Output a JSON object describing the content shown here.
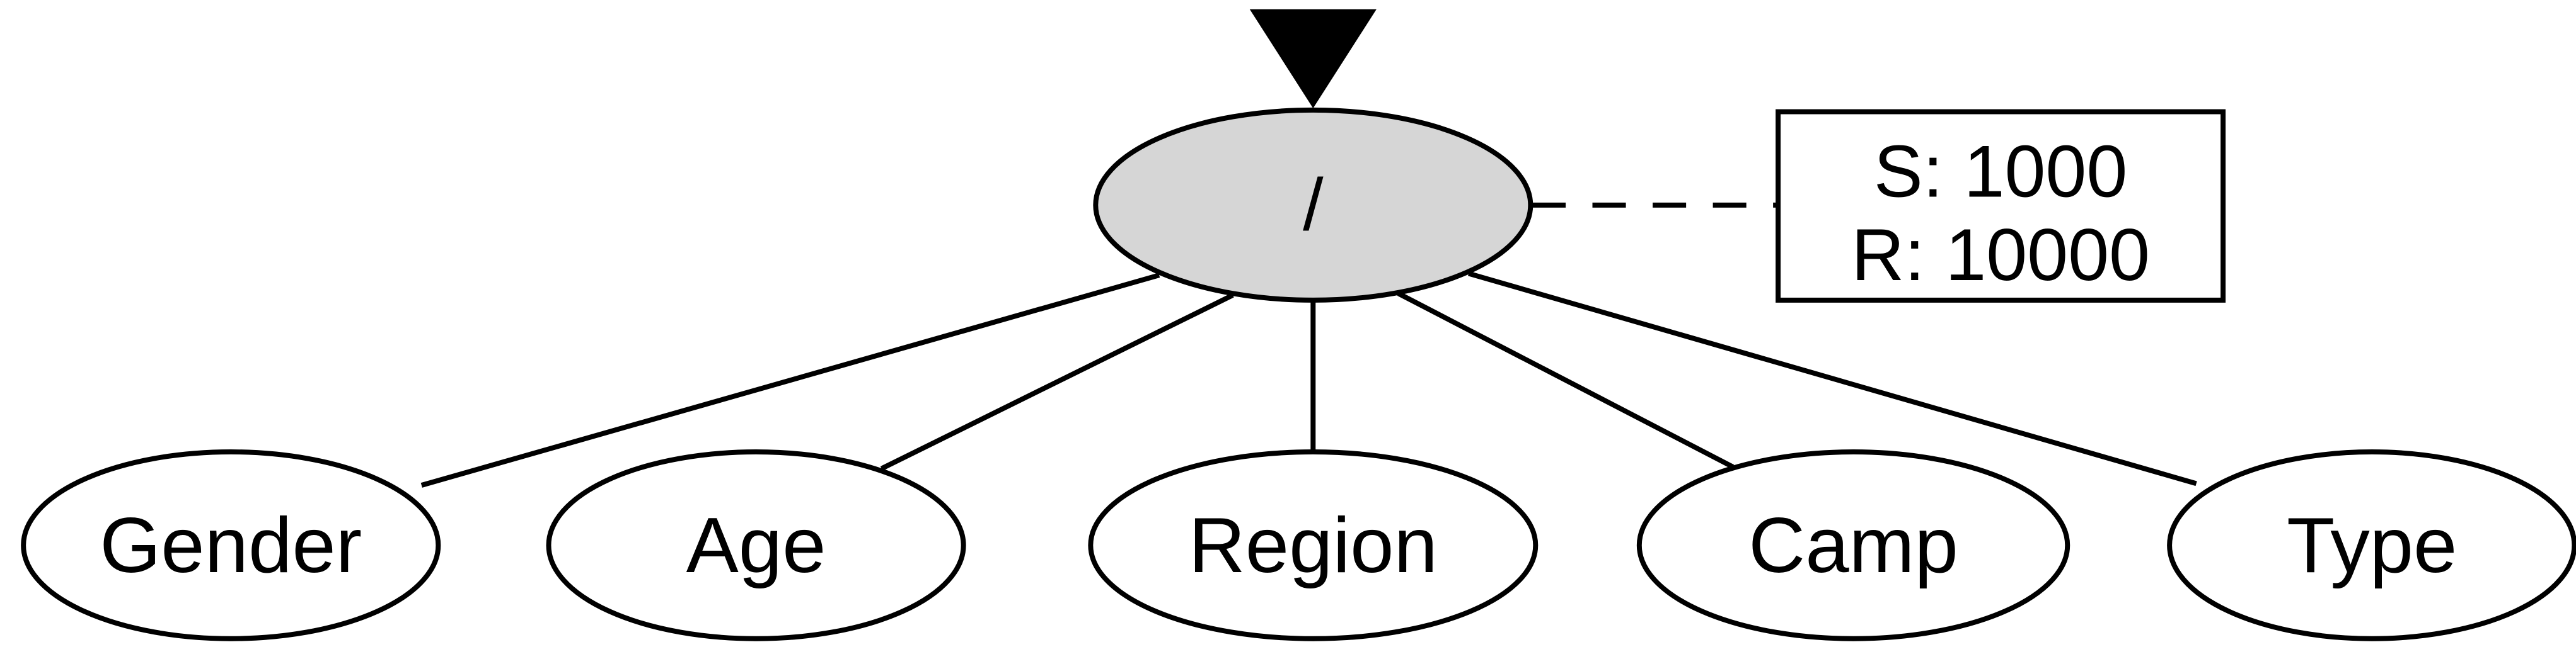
{
  "diagram": {
    "description": "Hierarchy tree with root node and five attribute children",
    "root": {
      "label": "/",
      "fill": "#d6d6d6"
    },
    "annotation": {
      "line1": "S: 1000",
      "line2": "R: 10000"
    },
    "children": [
      {
        "label": "Gender"
      },
      {
        "label": "Age"
      },
      {
        "label": "Region"
      },
      {
        "label": "Camp"
      },
      {
        "label": "Type"
      }
    ],
    "colors": {
      "stroke": "#000000",
      "root_fill": "#d6d6d6",
      "background": "#ffffff",
      "arrow_fill": "#000000"
    }
  }
}
